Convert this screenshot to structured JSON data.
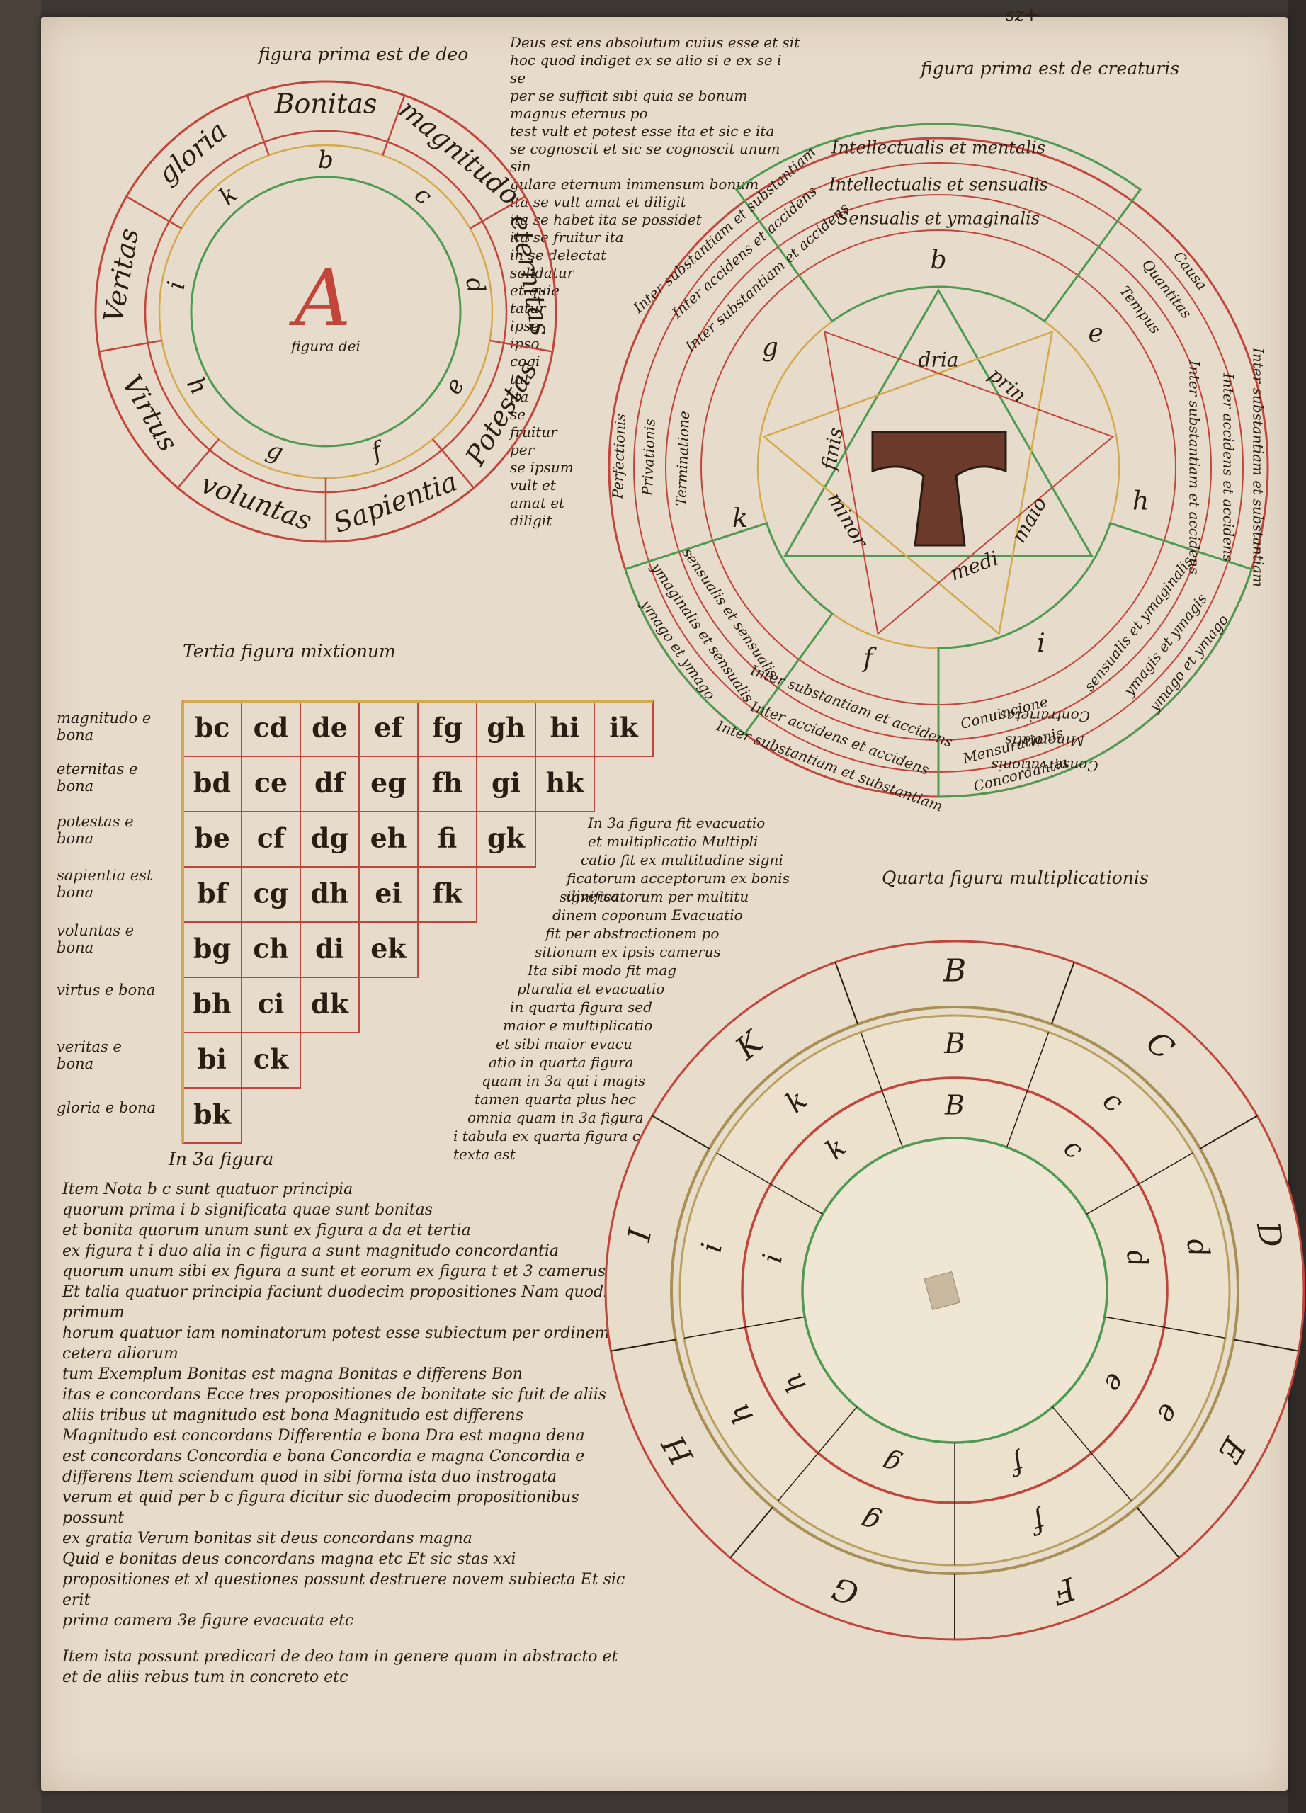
{
  "top_marks": {
    "corner": "sz+"
  },
  "fig_deo": {
    "caption": "figura prima est de deo",
    "center_letter": "A",
    "center_label": "figura dei",
    "outer": [
      "Bonitas",
      "magnitudo",
      "eternitas",
      "Potestas",
      "Sapientia",
      "voluntas",
      "Virtus",
      "Veritas",
      "gloria"
    ],
    "inner": [
      "b",
      "c",
      "d",
      "e",
      "f",
      "g",
      "h",
      "i",
      "k"
    ]
  },
  "deus_text": [
    "Deus est ens absolutum cuius esse et sit",
    "hoc quod indiget ex se alio si e ex se i se",
    "per se sufficit sibi quia se bonum magnus eternus po",
    "test vult et potest esse ita et sic e ita",
    "se cognoscit et sic se cognoscit unum sin",
    "gulare eternum immensum bonum",
    "ita se vult amat et diligit",
    "ita se habet ita se possidet",
    "ita se fruitur ita",
    "in se delectat",
    "solidatur",
    "et quie",
    "tatur",
    "ipse",
    "ipso",
    "cogi",
    "tat",
    "ita",
    "se",
    "fruitur",
    "per",
    "se ipsum",
    "vult et",
    "amat et",
    "diligit"
  ],
  "fig_creaturis": {
    "caption": "figura prima est de creaturis",
    "center_letter": "T",
    "triangle_green": [
      "dria",
      "maio",
      "minor"
    ],
    "triangle_yellow": [
      "prin",
      "medi",
      "finis"
    ],
    "letters": [
      "b",
      "e",
      "h",
      "i",
      "f",
      "k",
      "g"
    ],
    "top_sector": [
      "Intellectualis et mentalis",
      "Intellectualis et sensualis",
      "Sensualis et ymaginalis"
    ],
    "right_top": [
      "Causa",
      "Quantitas",
      "Tempus"
    ],
    "right_mid": [
      "Inter substantiam et substantiam",
      "Inter accidens et accidens",
      "Inter substantiam et accidens"
    ],
    "right_bottom": [
      "ymago et ymago",
      "ymagis et ymagis",
      "sensualis et ymaginalis"
    ],
    "bottom_green": [
      "Contrarietas",
      "Minoritatis",
      "Conservationis"
    ],
    "bottom_right": [
      "Concordantia",
      "Mensurationis",
      "Conuincione"
    ],
    "bottom_left": [
      "Inter substantiam et substantiam",
      "Inter accidens et accidens",
      "Inter substantiam et accidens"
    ],
    "left_bottom": [
      "ymago et ymago",
      "ymaginalis et sensualis",
      "sensualis et sensualis"
    ],
    "left_top": [
      "Perfectionis",
      "Privationis",
      "Terminatione"
    ],
    "top_left": [
      "Inter substantiam et substantiam",
      "Inter accidens et accidens",
      "Inter substantiam et accidens"
    ]
  },
  "table_fig": {
    "caption": "Tertia figura mixtionum",
    "row_labels": [
      "magnitudo e bona",
      "eternitas e bona",
      "potestas e bona",
      "sapientia est bona",
      "voluntas e bona",
      "virtus e bona",
      "veritas e bona",
      "gloria e bona"
    ],
    "rows": [
      [
        "bc",
        "cd",
        "de",
        "ef",
        "fg",
        "gh",
        "hi",
        "ik"
      ],
      [
        "bd",
        "ce",
        "df",
        "eg",
        "fh",
        "gi",
        "hk"
      ],
      [
        "be",
        "cf",
        "dg",
        "eh",
        "fi",
        "gk"
      ],
      [
        "bf",
        "cg",
        "dh",
        "ei",
        "fk"
      ],
      [
        "bg",
        "ch",
        "di",
        "ek"
      ],
      [
        "bh",
        "ci",
        "dk"
      ],
      [
        "bi",
        "ck"
      ],
      [
        "bk"
      ]
    ],
    "footer": "In 3a figura"
  },
  "third_text": [
    "In 3a figura fit evacuatio",
    "et multiplicatio Multipli",
    "catio fit ex multitudine signi",
    "ficatorum acceptorum ex bonis diversa",
    "significatorum per multitu",
    "dinem coponum Evacuatio",
    "fit per abstractionem po",
    "sitionum ex ipsis camerus",
    "Ita sibi modo fit mag",
    "pluralia et evacuatio",
    "in quarta figura sed",
    "maior e multiplicatio",
    "et sibi maior evacu",
    "atio in quarta figura",
    "quam in 3a qui i magis",
    "tamen quarta plus hec",
    "omnia quam in 3a figura",
    "i tabula ex quarta figura con",
    "texta est"
  ],
  "fig_quarta": {
    "caption": "Quarta figura multiplicationis",
    "outer": [
      "B",
      "C",
      "D",
      "E",
      "F",
      "G",
      "H",
      "I",
      "K"
    ],
    "middle": [
      "B",
      "c",
      "d",
      "e",
      "f",
      "g",
      "h",
      "i",
      "k"
    ],
    "inner": [
      "B",
      "c",
      "d",
      "e",
      "f",
      "g",
      "h",
      "i",
      "k"
    ]
  },
  "bottom_text": [
    "Item Nota b c sunt quatuor principia",
    "quorum prima i b significata quae sunt bonitas",
    "et bonita quorum unum sunt ex figura a da et tertia",
    "ex figura t i duo alia in c figura a sunt magnitudo concordantia",
    "quorum unum sibi ex figura a sunt et eorum ex figura t et 3 camerus",
    "Et talia quatuor principia faciunt duodecim propositiones Nam quodlibet primum",
    "horum quatuor iam nominatorum potest esse subiectum per ordinem cetera aliorum",
    "tum Exemplum Bonitas est magna Bonitas e differens Bon",
    "itas e concordans Ecce tres propositiones de bonitate sic fuit de aliis",
    "aliis tribus ut magnitudo est bona Magnitudo est differens",
    "Magnitudo est concordans Differentia e bona Dra est magna dena",
    "est concordans Concordia e bona Concordia e magna Concordia e",
    "differens Item sciendum quod in sibi forma ista duo instrogata",
    "verum et quid per b c figura dicitur sic duodecim propositionibus possunt",
    "ex gratia Verum bonitas sit deus concordans magna",
    "Quid e bonitas deus concordans magna etc Et sic stas xxi",
    "propositiones et xl questiones possunt destruere novem subiecta Et sic erit",
    "prima camera 3e figure evacuata etc",
    "Item ista possunt predicari de deo tam in genere quam in abstracto et",
    "et de aliis rebus tum in concreto etc"
  ],
  "colors": {
    "red": "#c2453b",
    "green": "#4f9a52",
    "yellow": "#d4a94e",
    "ink": "#2a1e14",
    "parchment": "#e7dccb"
  }
}
